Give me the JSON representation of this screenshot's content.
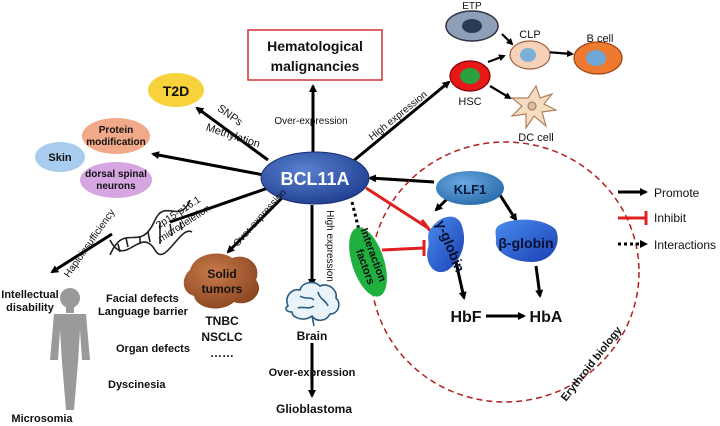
{
  "center": "BCL11A",
  "hematological": [
    "Hematological",
    "malignancies"
  ],
  "t2d": "T2D",
  "snps": "SNPs",
  "methylation": "Methylation",
  "over_expression": "Over-expression",
  "high_expression": "High expression",
  "protein_modification": [
    "Protein",
    "modification"
  ],
  "skin": "Skin",
  "dorsal_spinal_neurons": [
    "dorsal spinal",
    "neurons"
  ],
  "haploinsufficiency": "Haploinsufficiency",
  "microdeletion": [
    "2p15-p16.1",
    "microdeletion"
  ],
  "solid_tumors": [
    "Solid",
    "tumors"
  ],
  "tnbc": "TNBC",
  "nsclc": "NSCLC",
  "ellipsis": "……",
  "brain": "Brain",
  "glioblastoma": "Glioblastoma",
  "intellectual_disability": [
    "Intellectual",
    "disability"
  ],
  "facial_defects": "Facial defects",
  "language_barrier": "Language barrier",
  "organ_defects": "Organ defects",
  "dyscinesia": "Dyscinesia",
  "microsomia": "Microsomia",
  "etp": "ETP",
  "clp": "CLP",
  "b_cell": "B cell",
  "hsc": "HSC",
  "dc_cell": "DC cell",
  "klf1": "KLF1",
  "interaction_factors": [
    "Interaction",
    "factors"
  ],
  "gamma_globin": "γ-globin",
  "beta_globin": "β-globin",
  "hbf": "HbF",
  "hba": "HbA",
  "erythroid_biology": "Erythroid biology",
  "legend": {
    "promote": "Promote",
    "inhibit": "Inhibit",
    "interactions": "Interactions"
  },
  "colors": {
    "center": "#2a52a8",
    "t2d": "#f7d23a",
    "protein": "#f2a98a",
    "skin": "#a9cdee",
    "neurons": "#d6a6e0",
    "tumor": "#a0522d",
    "klf1": "#3f86c7",
    "interaction": "#20b040",
    "globin": "#2a5cd6",
    "inhibit": "#e02020",
    "dash_circle": "#b02020"
  },
  "icons": [
    "dna-helix-icon",
    "brain-icon",
    "human-body-icon",
    "etp-cell-icon",
    "clp-cell-icon",
    "b-cell-icon",
    "hsc-cell-icon",
    "dc-cell-icon"
  ]
}
